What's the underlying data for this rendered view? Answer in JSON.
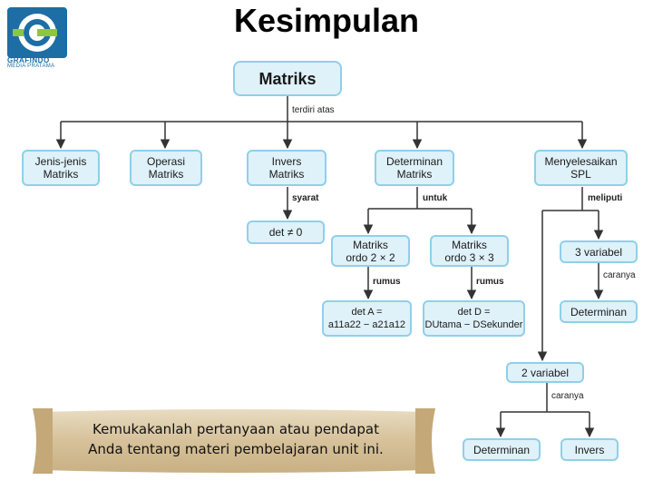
{
  "title": "Kesimpulan",
  "logo": {
    "name": "GRAFINDO",
    "subtitle": "MEDIA PRATAMA"
  },
  "root": "Matriks",
  "labels": {
    "terdiri_atas": "terdiri atas",
    "syarat": "syarat",
    "untuk": "untuk",
    "meliputi": "meliputi",
    "rumus_1": "rumus",
    "rumus_2": "rumus",
    "caranya_1": "caranya",
    "caranya_2": "caranya"
  },
  "categories": {
    "jenis": [
      "Jenis-jenis",
      "Matriks"
    ],
    "operasi": [
      "Operasi",
      "Matriks"
    ],
    "invers": [
      "Invers",
      "Matriks"
    ],
    "determinan": [
      "Determinan",
      "Matriks"
    ],
    "spl": [
      "Menyelesaikan",
      "SPL"
    ]
  },
  "det_condition": "det ≠ 0",
  "ordo2": [
    "Matriks",
    "ordo 2 × 2"
  ],
  "ordo3": [
    "Matriks",
    "ordo 3 × 3"
  ],
  "formula2": [
    "det A =",
    "a11a22 − a21a12"
  ],
  "formula3": [
    "det D =",
    "DUtama − DSekunder"
  ],
  "spl_3var": "3 variabel",
  "spl_3var_method": "Determinan",
  "spl_2var": "2 variabel",
  "spl_2var_method_1": "Determinan",
  "spl_2var_method_2": "Invers",
  "prompt": [
    "Kemukakanlah pertanyaan atau pendapat",
    "Anda tentang materi pembelajaran unit ini."
  ],
  "colors": {
    "node_fill": "#dff1f9",
    "node_border": "#8fd0ea",
    "connector": "#333333",
    "logo_blue": "#1c6ea4",
    "logo_green": "#8dc63f",
    "scroll_fill": "#d9c7a4"
  }
}
